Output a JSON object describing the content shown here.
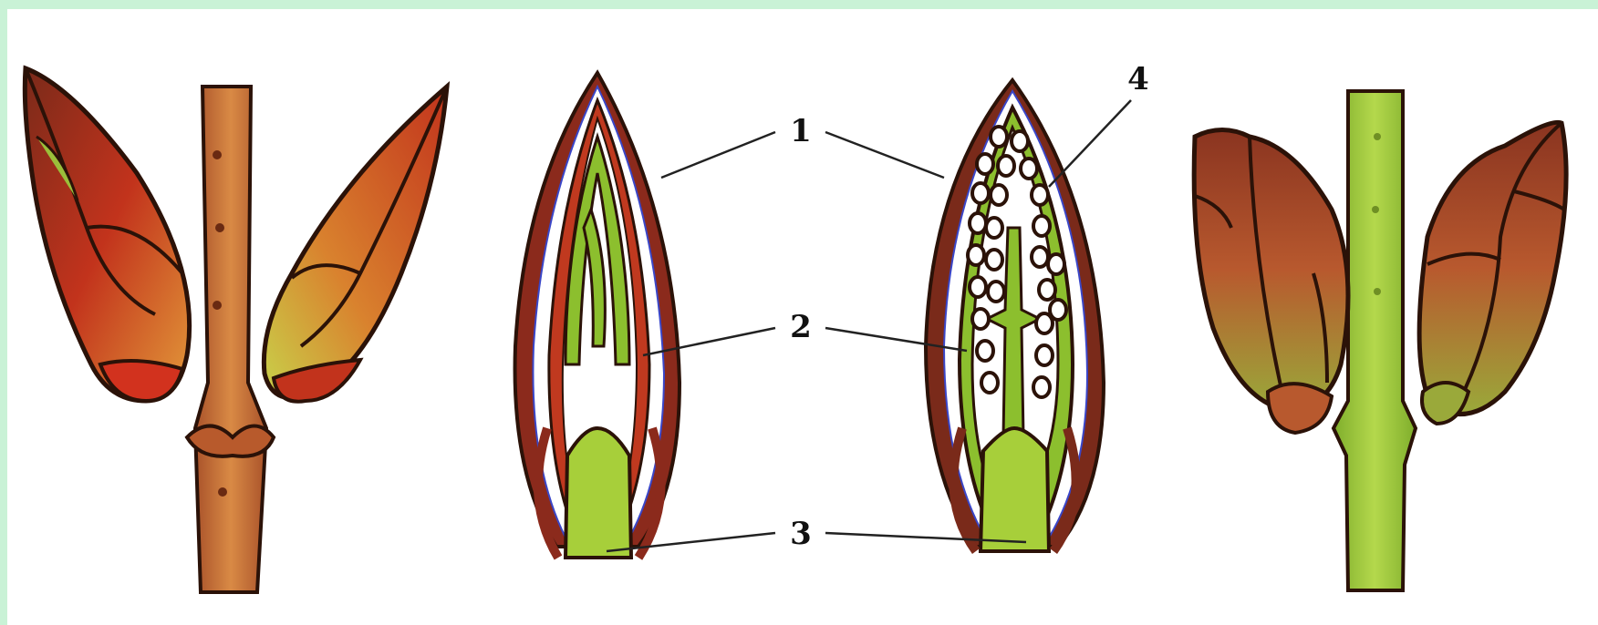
{
  "diagram": {
    "labels": [
      {
        "id": "1",
        "text": "1"
      },
      {
        "id": "2",
        "text": "2"
      },
      {
        "id": "3",
        "text": "3"
      },
      {
        "id": "4",
        "text": "4"
      }
    ],
    "colors": {
      "background": "#c9f2d6",
      "panel": "#ffffff",
      "bud_scale_red": "#c2331c",
      "bud_scale_orange": "#d9822e",
      "bud_scale_brown": "#7a2a1a",
      "stem_brown": "#c87338",
      "stem_green": "#9ccc3c",
      "leaf_green": "#8cbf2e",
      "outline": "#2b1208"
    }
  }
}
